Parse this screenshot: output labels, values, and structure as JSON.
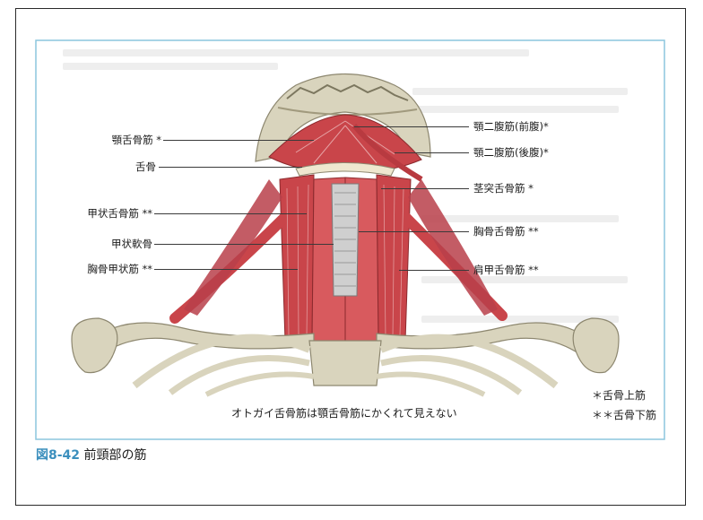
{
  "figure": {
    "number": "図8-42",
    "title": "前頸部の筋"
  },
  "labels_left": [
    "顎舌骨筋 *",
    "舌骨",
    "甲状舌骨筋 **",
    "甲状軟骨",
    "胸骨甲状筋 **"
  ],
  "labels_right": [
    "顎二腹筋(前腹)*",
    "顎二腹筋(後腹)*",
    "茎突舌骨筋 *",
    "胸骨舌骨筋 **",
    "肩甲舌骨筋 **"
  ],
  "note": "オトガイ舌骨筋は顎舌骨筋にかくれて見えない",
  "legend": {
    "suprahyoid": "＊舌骨上筋",
    "infrahyoid": "＊＊舌骨下筋"
  },
  "colors": {
    "muscle": "#c9454a",
    "bone": "#d9d4bd",
    "panel_border": "#8cc6de",
    "caption_number": "#3b8fbd"
  }
}
